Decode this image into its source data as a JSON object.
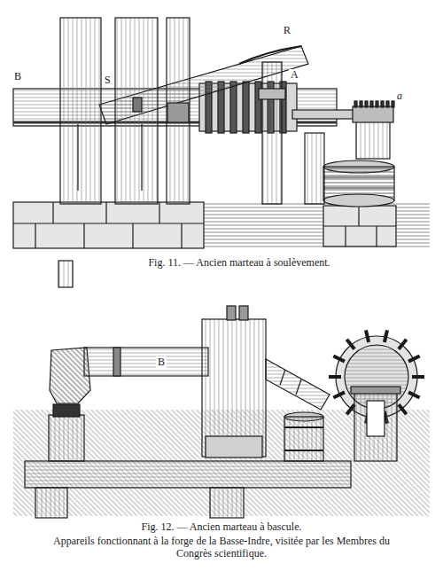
{
  "diagram": {
    "labels": [
      "B",
      "S",
      "R",
      "A",
      "a",
      "Fig. 11. — Ancien marteau à soulèvement.",
      "B",
      "Fig. 12. — Ancien marteau à bascule.",
      "Appareils fonctionnant à la forge de la Basse-Indre, visitée par les Membres du Congrès scientifique."
    ]
  }
}
